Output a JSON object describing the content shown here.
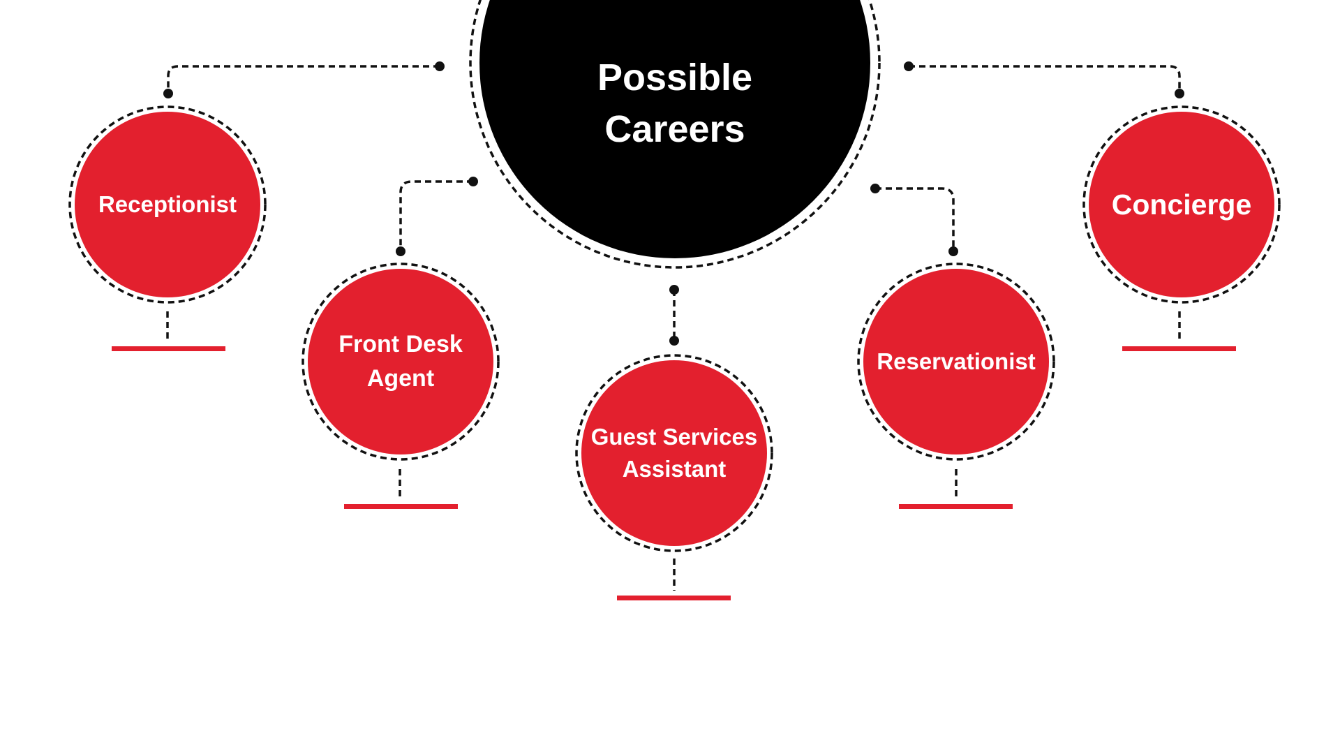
{
  "title": "Possible Careers",
  "careers": [
    {
      "label": "Receptionist"
    },
    {
      "label": "Front Desk Agent"
    },
    {
      "label": "Guest Services Assistant"
    },
    {
      "label": "Reservationist"
    },
    {
      "label": "Concierge"
    }
  ],
  "colors": {
    "accent": "#e3202e",
    "center": "#000000",
    "text": "#ffffff",
    "line": "#111111"
  }
}
